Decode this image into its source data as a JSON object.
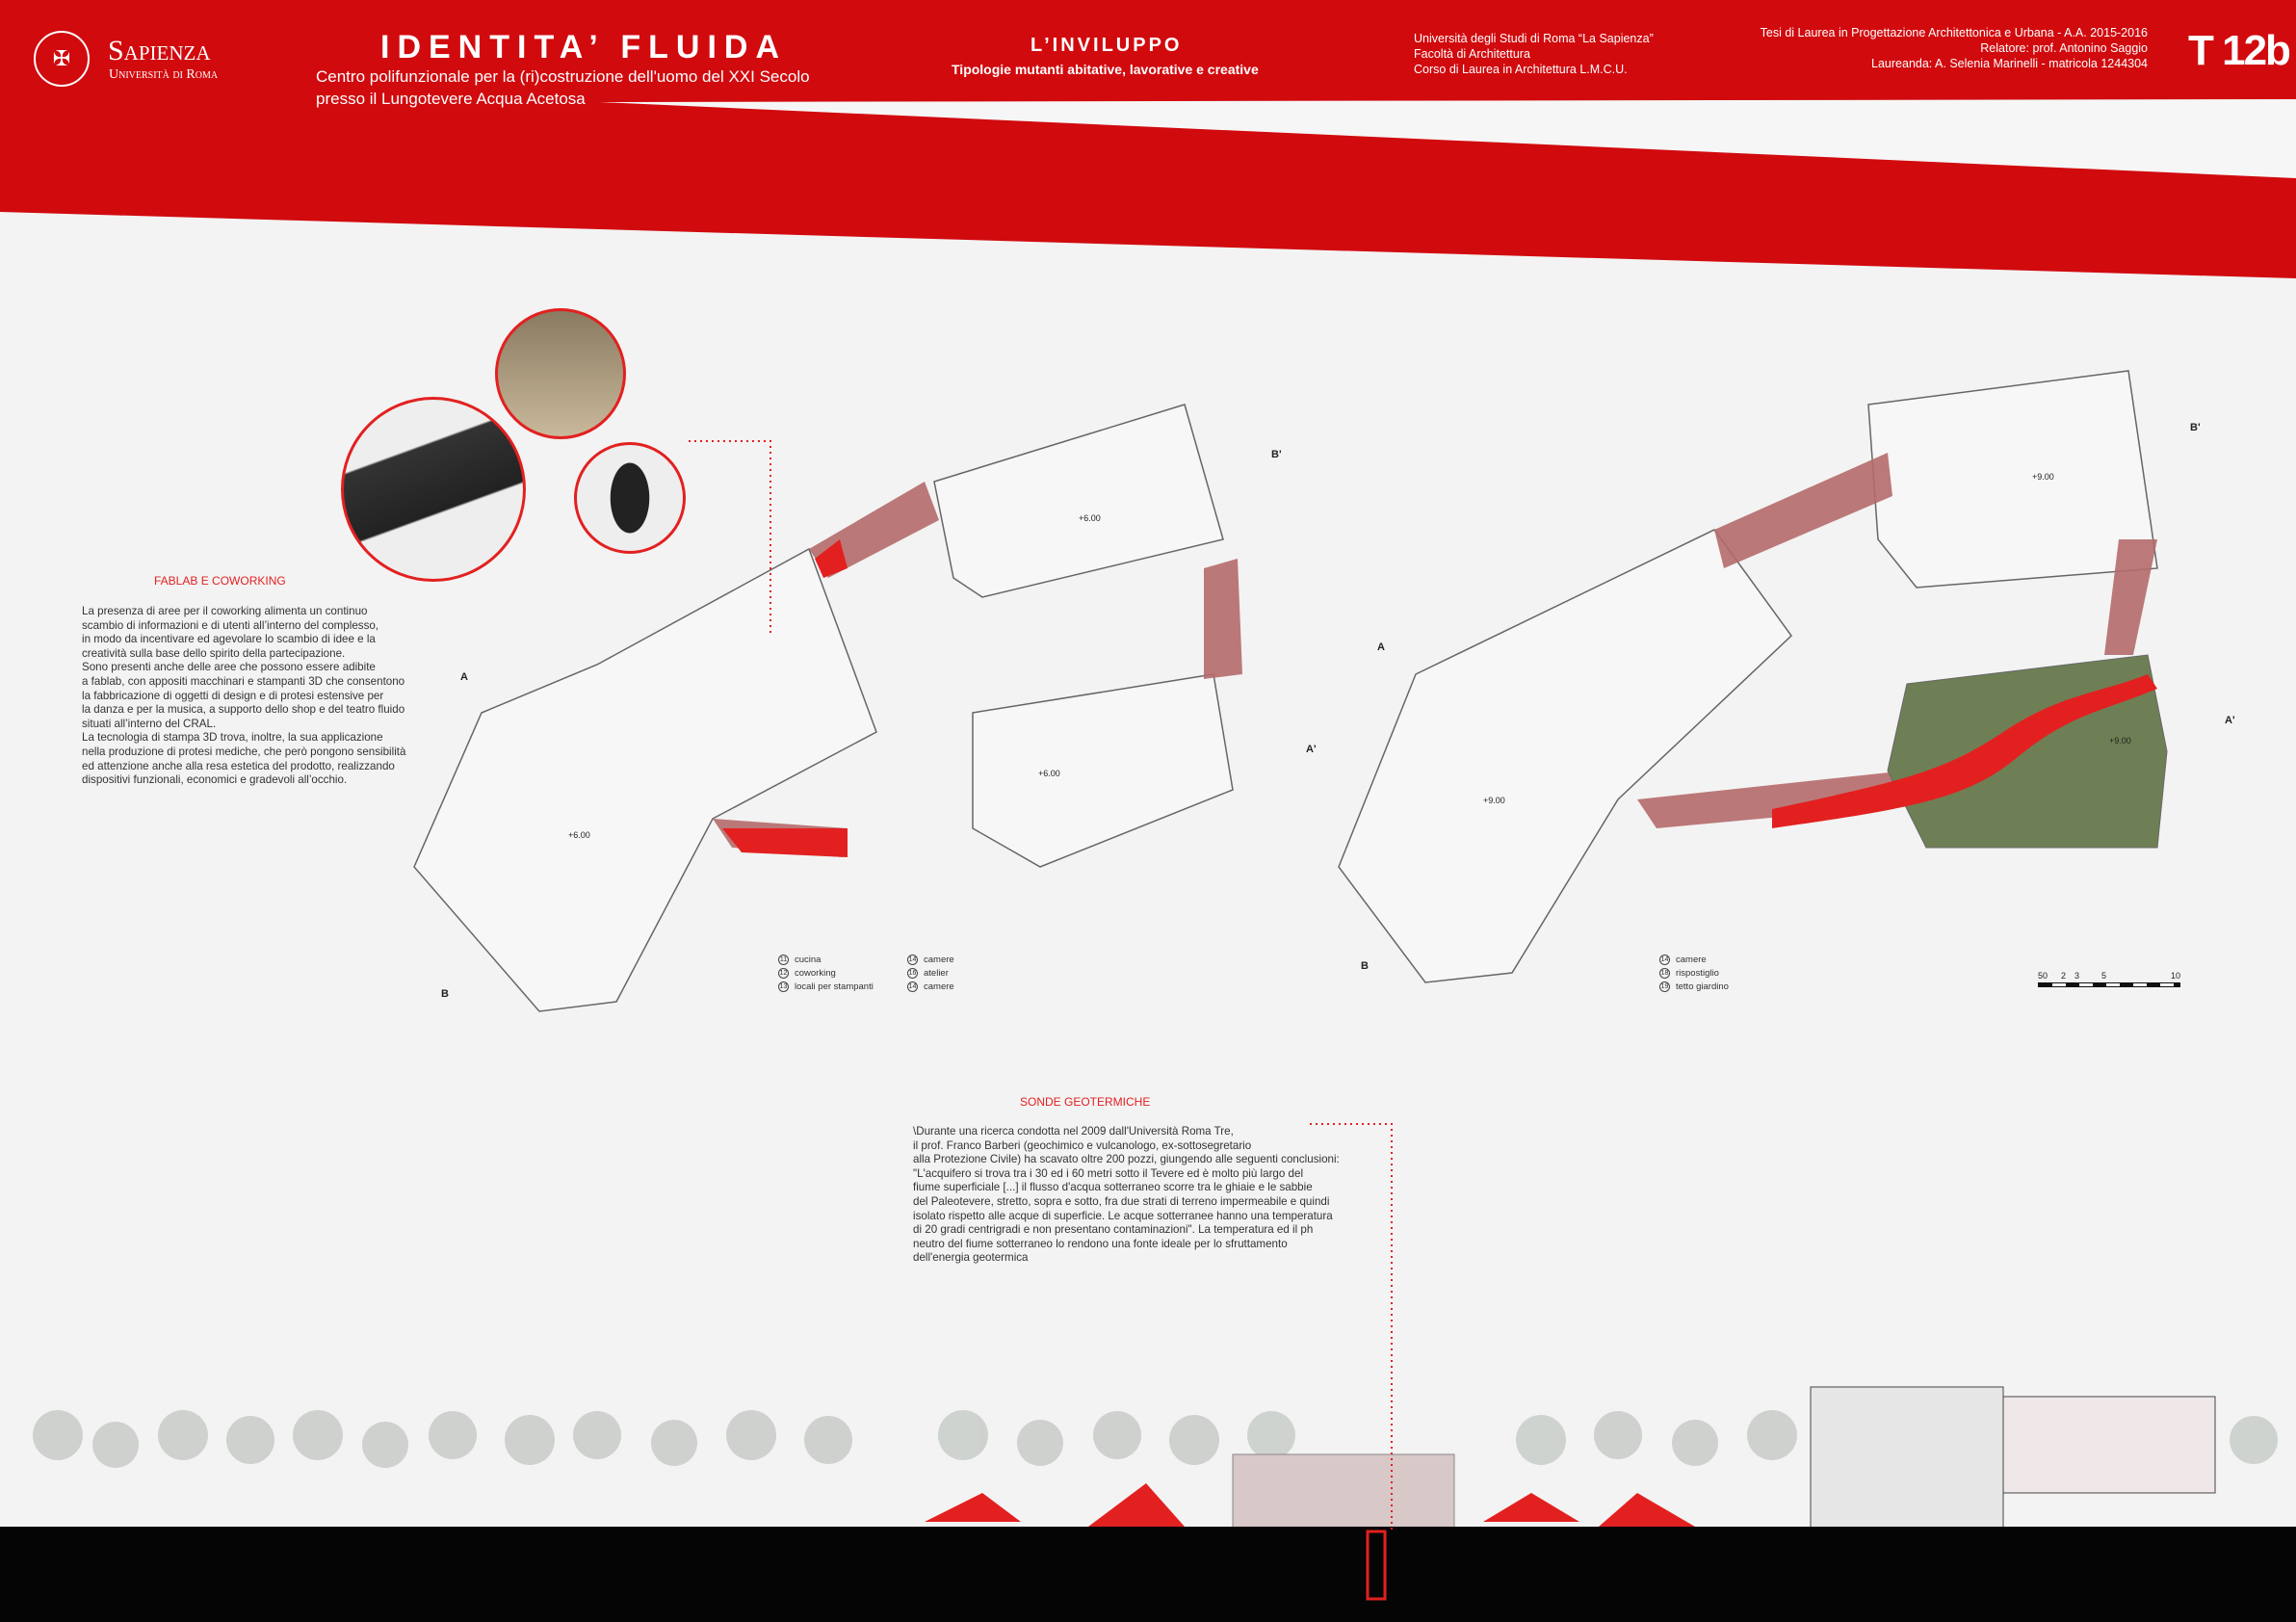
{
  "header": {
    "university_logo": "Sapienza",
    "university_sub": "Università di Roma",
    "title": "IDENTITA’ FLUIDA",
    "subtitle_1": "Centro polifunzionale per la (ri)costruzione dell'uomo del XXI Secolo",
    "subtitle_2": "presso il Lungotevere Acqua Acetosa",
    "section_title": "L’INVILUPPO",
    "section_subtitle": "Tipologie mutanti abitative, lavorative e creative",
    "institution": [
      "Università degli Studi di Roma “La Sapienza”",
      "Facoltà di Architettura",
      "Corso di Laurea in Architettura L.M.C.U."
    ],
    "thesis": [
      "Tesi di Laurea in Progettazione Architettonica e Urbana - A.A. 2015-2016",
      "Relatore: prof. Antonino Saggio",
      "Laureanda: A. Selenia Marinelli - matricola 1244304"
    ],
    "sheet_code": "T 12b"
  },
  "fablab": {
    "title": "FABLAB E COWORKING",
    "lines": [
      "La presenza di aree per il coworking alimenta un continuo",
      "scambio di informazioni e di utenti all’interno del complesso,",
      "in modo da incentivare ed agevolare lo scambio di idee e la",
      "creatività sulla base dello spirito della partecipazione.",
      "Sono presenti anche delle aree che possono essere adibite",
      "a fablab, con appositi macchinari e stampanti 3D che consentono",
      "la fabbricazione di oggetti di design e di protesi estensive per",
      "la danza e per la musica, a supporto dello shop e del teatro fluido",
      "situati all’interno del CRAL.",
      "La tecnologia di stampa 3D trova, inoltre, la sua applicazione",
      "nella produzione di protesi mediche, che però pongono sensibilità",
      "ed attenzione anche alla resa estetica del prodotto, realizzando",
      "dispositivi funzionali, economici e gradevoli all’occhio."
    ]
  },
  "sonde": {
    "title": "SONDE GEOTERMICHE",
    "lines": [
      "\\Durante una ricerca condotta nel 2009 dall'Università Roma Tre,",
      "il prof. Franco Barberi (geochimico e vulcanologo, ex-sottosegretario",
      "alla Protezione Civile) ha scavato oltre 200 pozzi, giungendo alle seguenti conclusioni:",
      "\"L'acquifero si trova tra i 30 ed i 60 metri sotto il Tevere ed è molto più largo del",
      "fiume superficiale [...] il flusso d'acqua sotterraneo scorre tra le ghiaie e le sabbie",
      "del Paleotevere, stretto, sopra e sotto, fra due strati di terreno impermeabile e quindi",
      "isolato rispetto alle acque di superficie. Le acque sotterranee hanno una temperatura",
      "di 20 gradi centrigradi e non presentano contaminazioni\". La temperatura ed il ph",
      "neutro del fiume sotterraneo lo rendono una fonte ideale per lo sfruttamento",
      "dell'energia geotermica"
    ]
  },
  "legend_left_a": [
    {
      "n": "11",
      "label": "cucina"
    },
    {
      "n": "12",
      "label": "coworking"
    },
    {
      "n": "13",
      "label": "locali per stampanti"
    }
  ],
  "legend_left_b": [
    {
      "n": "14",
      "label": "camere"
    },
    {
      "n": "16",
      "label": "atelier"
    },
    {
      "n": "14",
      "label": "camere"
    }
  ],
  "legend_right": [
    {
      "n": "14",
      "label": "camere"
    },
    {
      "n": "18",
      "label": "rispostiglio"
    },
    {
      "n": "19",
      "label": "tetto giardino"
    }
  ],
  "levels": {
    "left": "+6.00",
    "right": "+9.00"
  },
  "section_marks": {
    "a": "A",
    "a_prime": "A'",
    "b": "B",
    "b_prime": "B'"
  },
  "scale_bar": [
    "50",
    "2",
    "3",
    "5",
    "10"
  ],
  "colors": {
    "brand_red": "#d10a0e",
    "accent_red": "#e32020",
    "bridge": "#b56a6a"
  }
}
